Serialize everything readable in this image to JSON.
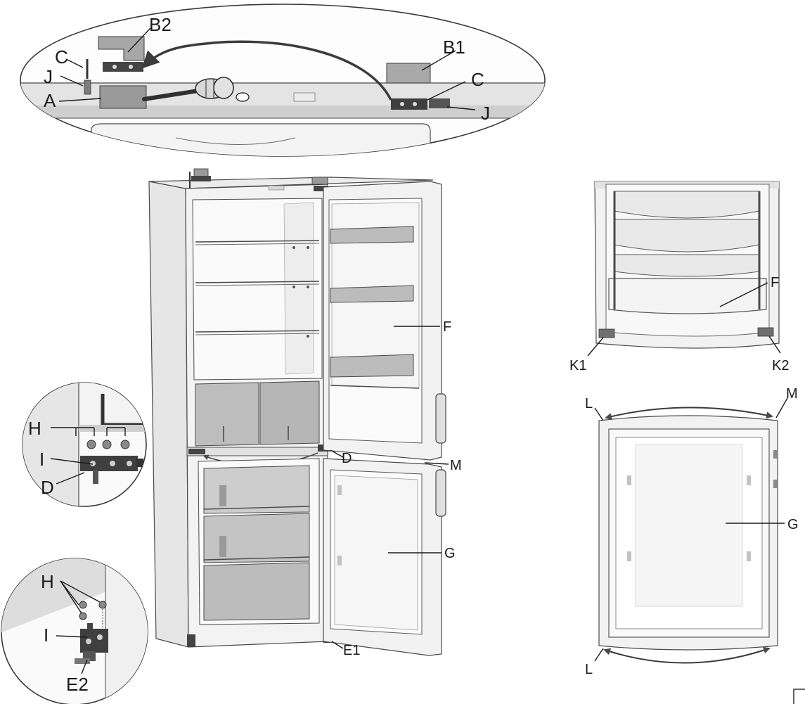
{
  "colors": {
    "background": "#ffffff",
    "cabinet": "#f1f1f1",
    "cabinet_edge": "#4a4a4a",
    "interior": "#fafafa",
    "shadow": "#c7c7c7",
    "dark_part": "#3b3b3b",
    "drawer": "#b9b9b9",
    "bracket": "#8f8f8f",
    "label": "#1a1a1a"
  },
  "top_detail": {
    "labels": {
      "b2": "B2",
      "b1": "B1",
      "c_left": "C",
      "c_right": "C",
      "j_left": "J",
      "j_right": "J",
      "a": "A"
    },
    "icons": {
      "screwdriver": "screwdriver-icon",
      "arrow": "curved-arrow-icon"
    }
  },
  "main_unit": {
    "labels": {
      "f": "F",
      "d": "D",
      "m": "M",
      "g": "G",
      "e1": "E1"
    }
  },
  "middle_hinge_detail": {
    "labels": {
      "h": "H",
      "i": "I",
      "d": "D"
    }
  },
  "bottom_hinge_detail": {
    "labels": {
      "h": "H",
      "i": "I",
      "e2": "E2"
    }
  },
  "fridge_door_view": {
    "labels": {
      "f": "F",
      "k1": "K1",
      "k2": "K2"
    }
  },
  "freezer_door_view": {
    "labels": {
      "l_top": "L",
      "m": "M",
      "g": "G",
      "l_bottom": "L"
    }
  }
}
